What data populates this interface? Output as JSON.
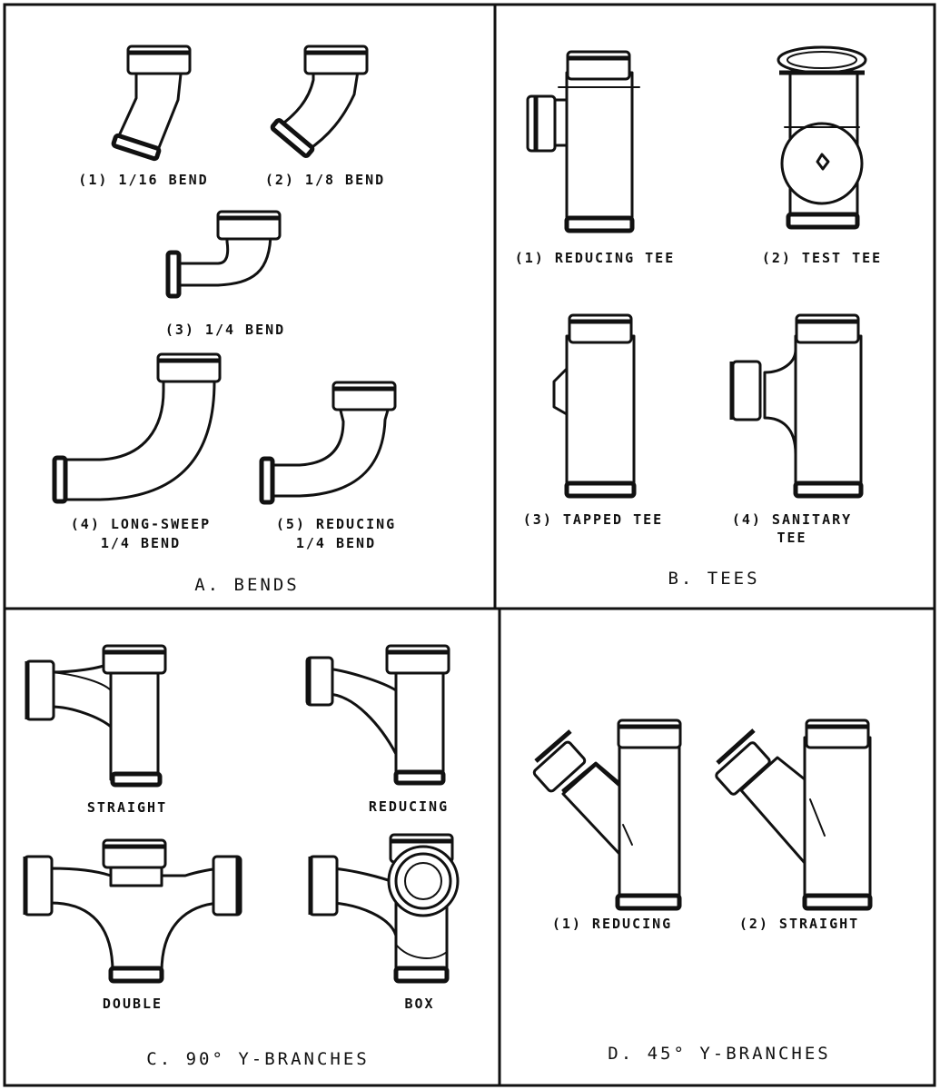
{
  "panels": {
    "bends": {
      "title": "A. BENDS",
      "items": {
        "sixteenth": "(1) 1/16 BEND",
        "eighth": "(2) 1/8 BEND",
        "quarter": "(3) 1/4 BEND",
        "long_sweep_line1": "(4) LONG-SWEEP",
        "long_sweep_line2": "1/4 BEND",
        "reducing_line1": "(5) REDUCING",
        "reducing_line2": "1/4 BEND"
      }
    },
    "tees": {
      "title": "B. TEES",
      "items": {
        "reducing": "(1) REDUCING TEE",
        "test": "(2) TEST TEE",
        "tapped": "(3) TAPPED TEE",
        "sanitary_line1": "(4) SANITARY",
        "sanitary_line2": "TEE"
      }
    },
    "y90": {
      "title": "C. 90° Y-BRANCHES",
      "items": {
        "straight": "STRAIGHT",
        "reducing": "REDUCING",
        "double": "DOUBLE",
        "box": "BOX"
      }
    },
    "y45": {
      "title": "D. 45° Y-BRANCHES",
      "items": {
        "reducing": "(1) REDUCING",
        "straight": "(2) STRAIGHT"
      }
    }
  }
}
